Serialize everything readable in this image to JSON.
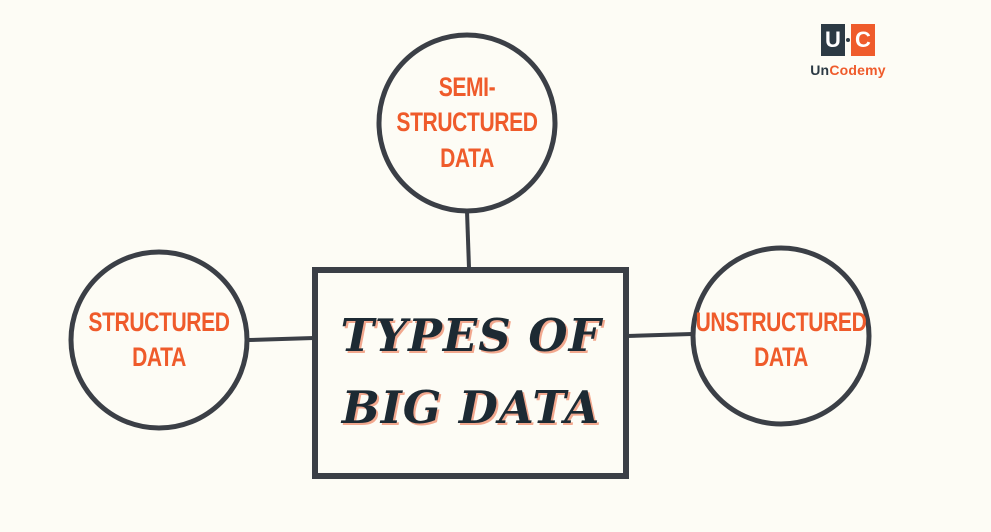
{
  "diagram": {
    "center_title": {
      "line1": "TYPES OF",
      "line2": "BIG DATA"
    },
    "nodes": [
      {
        "id": "semi",
        "lines": [
          "SEMI-",
          "STRUCTURED",
          "DATA"
        ]
      },
      {
        "id": "structured",
        "lines": [
          "STRUCTURED",
          "DATA"
        ]
      },
      {
        "id": "unstructured",
        "lines": [
          "UNSTRUCTURED",
          "DATA"
        ]
      }
    ]
  },
  "logo": {
    "mark_left": "U",
    "mark_right": "C",
    "name_part1": "Un",
    "name_part2": "Codemy"
  },
  "colors": {
    "background": "#fdfcf5",
    "stroke": "#3b3f46",
    "accent": "#ef5b2b",
    "title": "#1d2a33"
  }
}
